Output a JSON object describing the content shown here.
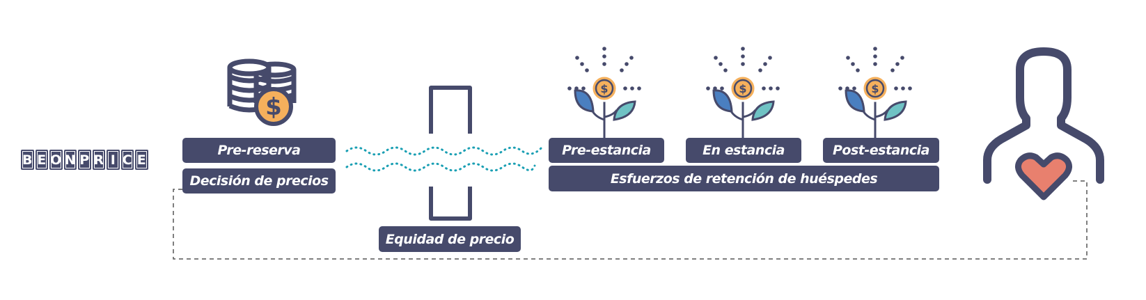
{
  "brand": {
    "logo_text": "BEONPRICE"
  },
  "labels": {
    "pre_reserva": "Pre-reserva",
    "decision_precios": "Decisión de precios",
    "equidad_precio": "Equidad de precio",
    "pre_estancia": "Pre-estancia",
    "en_estancia": "En estancia",
    "post_estancia": "Post-estancia",
    "retencion": "Esfuerzos de retención de huéspedes"
  },
  "colors": {
    "navy": "#464a6b",
    "gold": "#f5b05c",
    "teal": "#1a9fb3",
    "leaf_blue": "#4a7fc0",
    "leaf_teal": "#6fc2c4",
    "heart": "#e8806e"
  },
  "icons": [
    "coins-dollar-icon",
    "bracket-gate-icon",
    "plant-coin-icon",
    "person-heart-icon"
  ]
}
